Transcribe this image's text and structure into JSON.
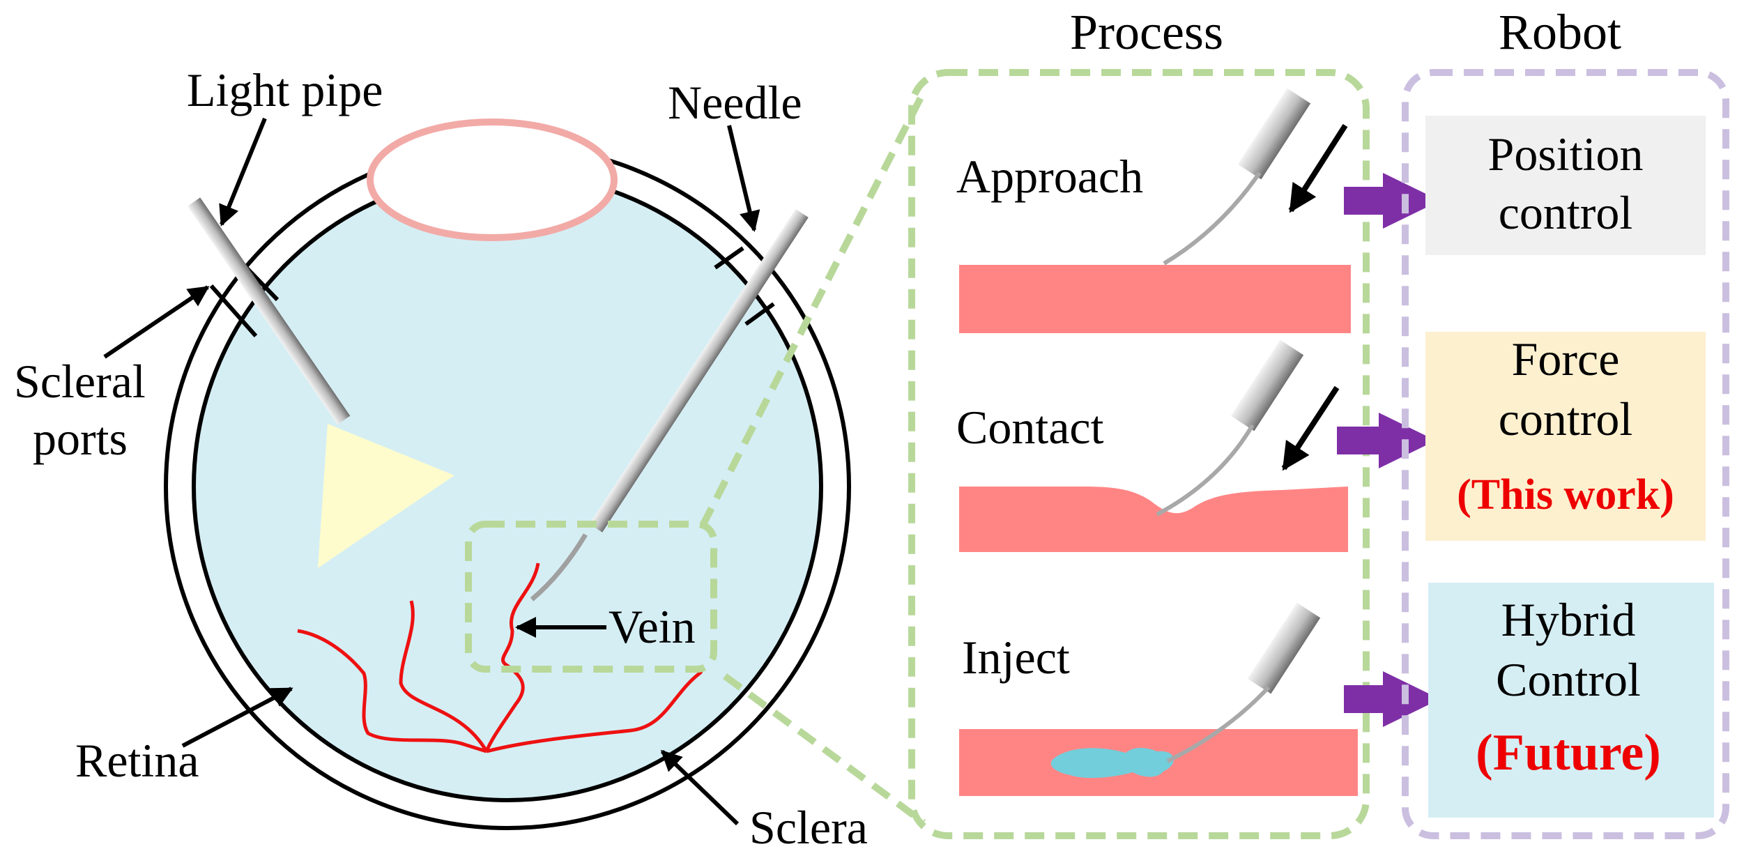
{
  "labels": {
    "light_pipe": "Light pipe",
    "needle": "Needle",
    "scleral_ports_1": "Scleral",
    "scleral_ports_2": "ports",
    "vein": "Vein",
    "retina": "Retina",
    "sclera": "Sclera"
  },
  "process": {
    "title": "Process",
    "steps": [
      {
        "label": "Approach"
      },
      {
        "label": "Contact"
      },
      {
        "label": "Inject"
      }
    ]
  },
  "robot": {
    "title": "Robot",
    "boxes": [
      {
        "line1": "Position",
        "line2": "control",
        "line3": "",
        "fill": "#f0f0f0"
      },
      {
        "line1": "Force",
        "line2": "control",
        "line3": "(This work)",
        "fill": "#fdf0cf"
      },
      {
        "line1": "Hybrid",
        "line2": "Control",
        "line3": "(Future)",
        "fill": "#d5eef4"
      }
    ]
  },
  "colors": {
    "vitreous": "#d5eef4",
    "lens": "#f2aaa7",
    "light_cone": "#fefccd",
    "vein": "#ee1111",
    "tissue": "#ff8585",
    "injection": "#72cedb",
    "process_border": "#b8d89a",
    "robot_border": "#cbbfe0",
    "arrow": "#7e2fa6"
  }
}
